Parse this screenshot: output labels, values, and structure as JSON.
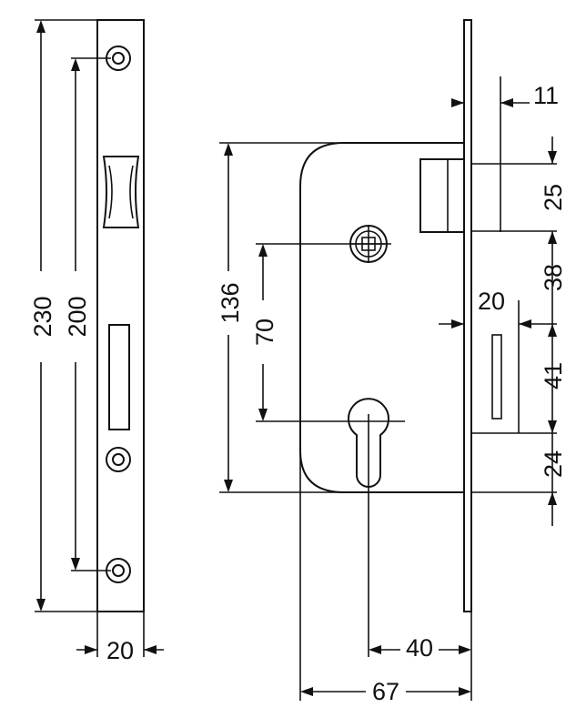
{
  "dimensions": {
    "faceplate_length": "230",
    "screw_spacing": "200",
    "faceplate_width": "20",
    "case_height": "136",
    "centre_distance": "70",
    "latch_projection": "11",
    "latch_height": "25",
    "latch_to_bolt": "38",
    "bolt_projection": "20",
    "bolt_height": "41",
    "bolt_to_bottom": "24",
    "backset": "40",
    "case_depth": "67"
  },
  "colors": {
    "line": "#111111",
    "background": "#ffffff"
  }
}
